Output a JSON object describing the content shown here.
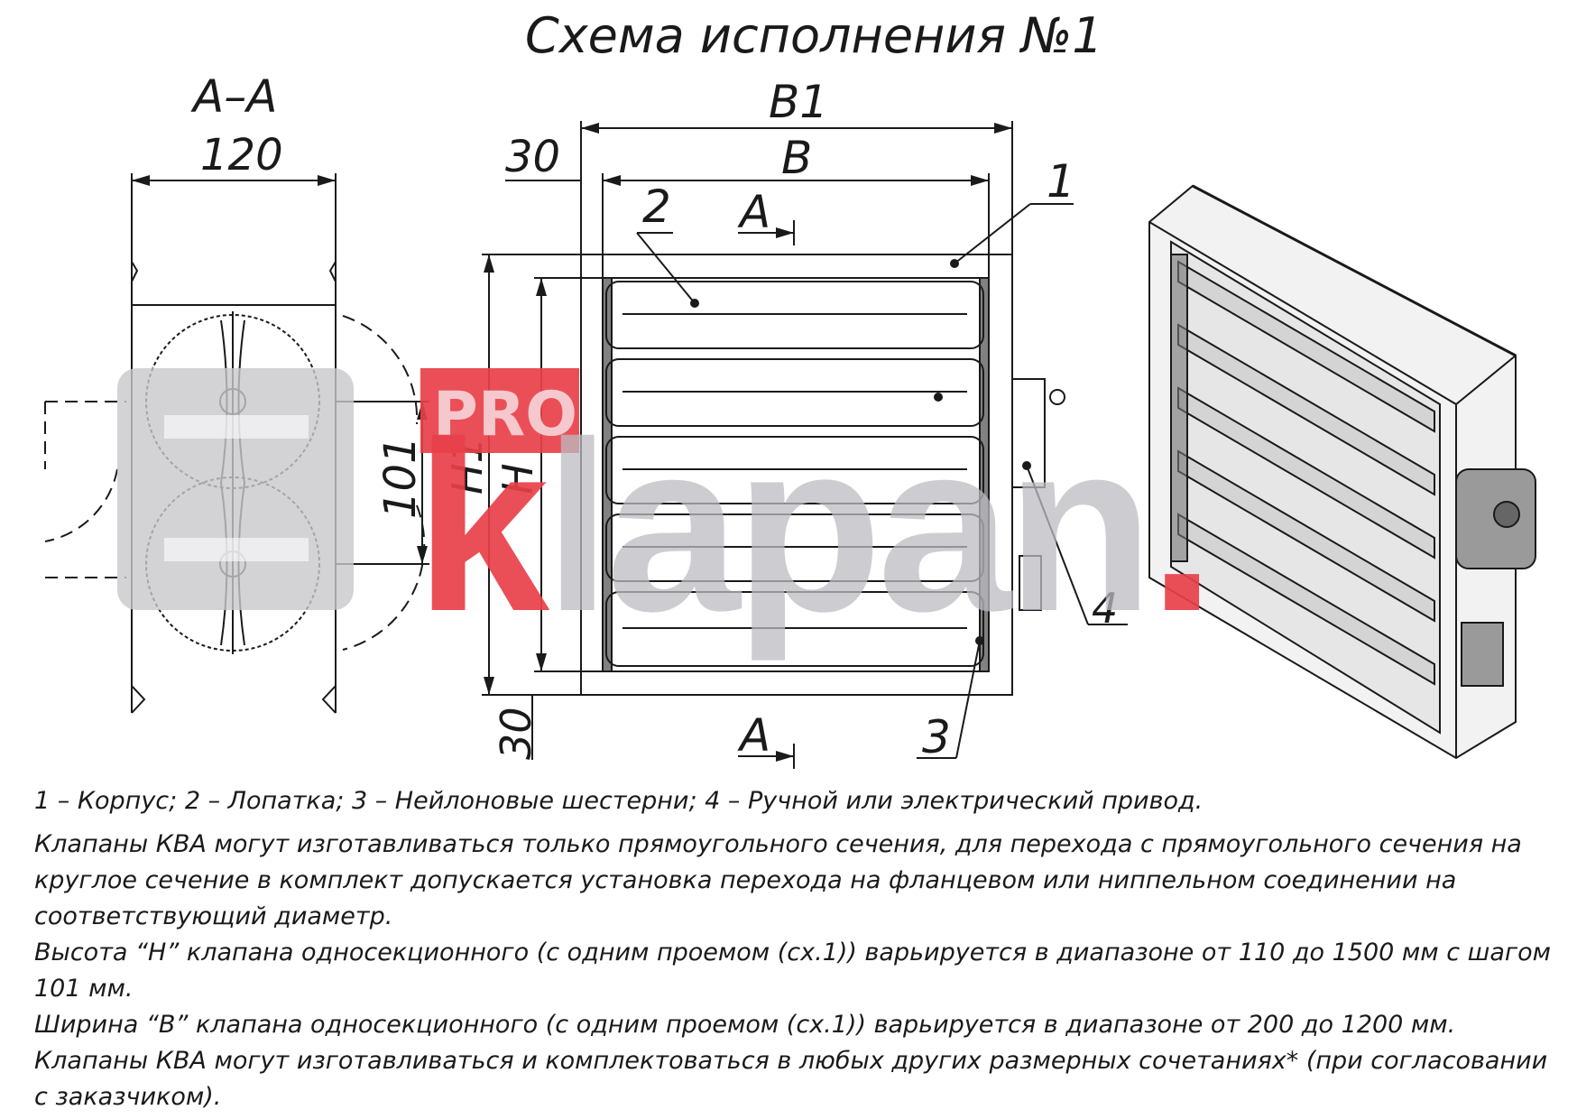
{
  "title": "Схема исполнения №1",
  "section_label": "А–А",
  "dimensions": {
    "d120": "120",
    "b1": "B1",
    "b": "B",
    "d30_top": "30",
    "d30_bottom": "30",
    "d101": "101",
    "h1": "H1",
    "h": "H"
  },
  "cut_marks": {
    "top": "А",
    "bottom": "А"
  },
  "callouts": {
    "c1": "1",
    "c2": "2",
    "c3": "3",
    "c4": "4"
  },
  "watermark": {
    "badge": "PRO",
    "word": "klapan."
  },
  "notes": {
    "legend": "1 – Корпус; 2 – Лопатка; 3 – Нейлоновые шестерни; 4 – Ручной или электрический привод.",
    "p1": "Клапаны КВА могут изготавливаться только прямоугольного сечения, для перехода с прямоугольного сечения на круглое сечение в комплект допускается установка перехода на фланцевом или ниппельном соединении на соответствующий диаметр.",
    "p2": "Высота “H” клапана односекционного (с одним проемом (сх.1)) варьируется в диапазоне от 110 до 1500 мм с шагом 101 мм.",
    "p3": "Ширина “В” клапана односекционного (с одним проемом (сх.1)) варьируется в диапазоне от 200 до 1200 мм.",
    "p4": "Клапаны КВА могут изготавливаться и комплектоваться в любых других размерных сочетаниях* (при согласовании с заказчиком)."
  },
  "colors": {
    "line": "#1a1a1a",
    "watermark_gray": "#c8c8cc",
    "watermark_red": "#e8404a"
  }
}
